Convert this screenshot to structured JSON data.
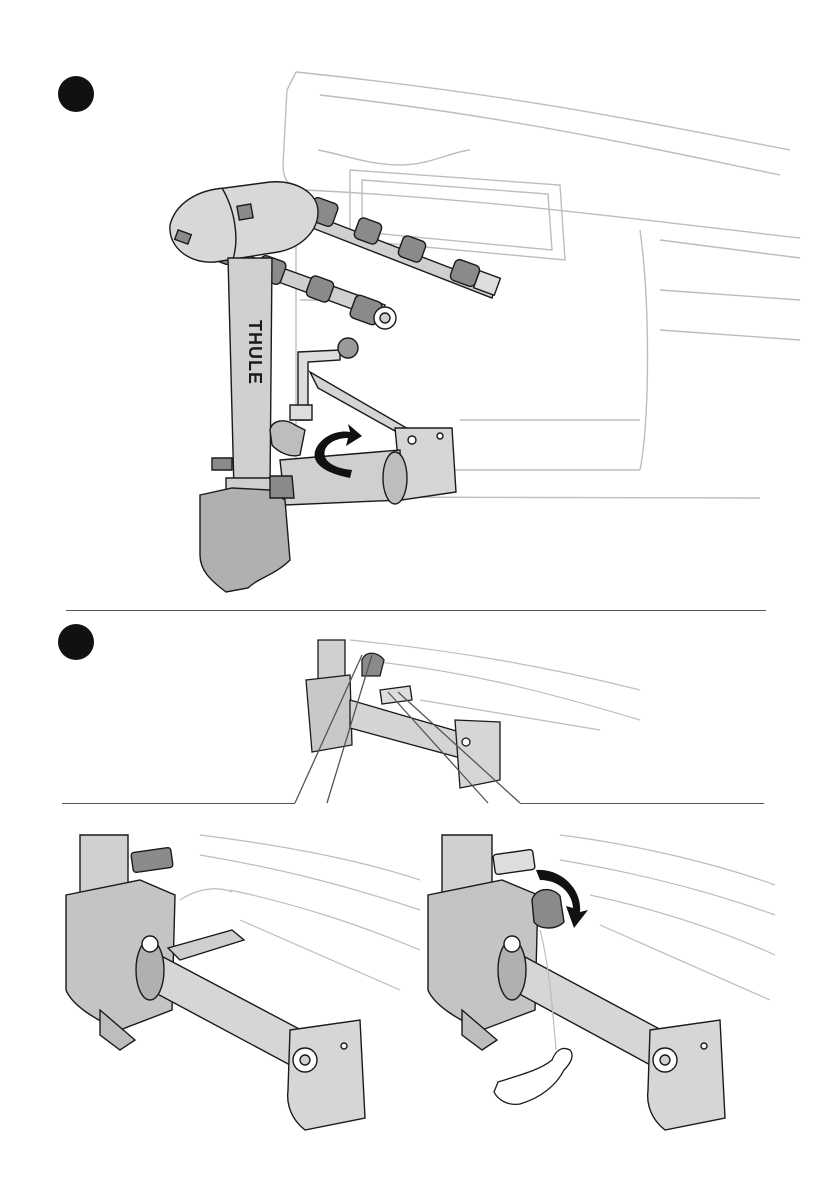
{
  "document": {
    "steps": [
      {
        "marker": "step-1"
      },
      {
        "marker": "step-2"
      }
    ],
    "product": {
      "brand_label": "THULE",
      "body_color": "#cfcfcf",
      "dark_color": "#8a8a8a",
      "outline_color": "#1a1a1a",
      "ghost_vehicle_color": "#bdbdbd"
    },
    "icons": [
      "rotate-arrow-icon",
      "flexed-arm-icon"
    ]
  }
}
